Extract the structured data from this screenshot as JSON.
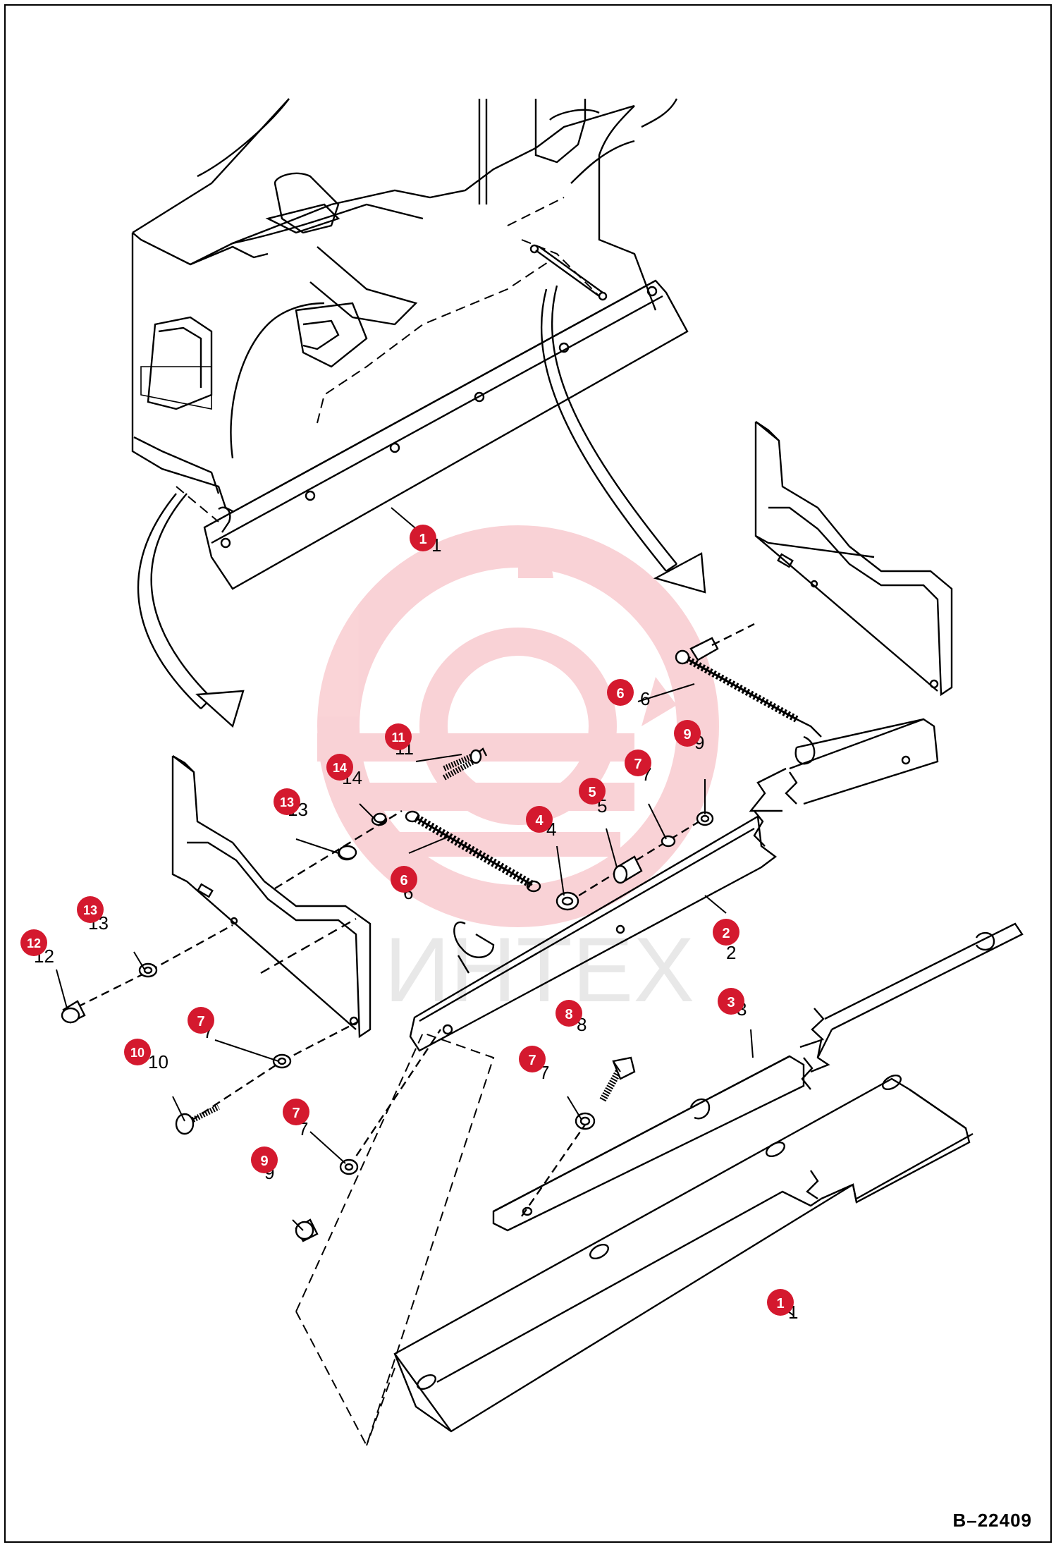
{
  "drawing_number": "B–22409",
  "watermark_text": "ИНТЕХ",
  "accent_color": "#d4192e",
  "callouts": [
    {
      "label": "1"
    },
    {
      "label": "2"
    },
    {
      "label": "3"
    },
    {
      "label": "4"
    },
    {
      "label": "5"
    },
    {
      "label": "6"
    },
    {
      "label": "6"
    },
    {
      "label": "7"
    },
    {
      "label": "7"
    },
    {
      "label": "7"
    },
    {
      "label": "7"
    },
    {
      "label": "8"
    },
    {
      "label": "9"
    },
    {
      "label": "9"
    },
    {
      "label": "10"
    },
    {
      "label": "11"
    },
    {
      "label": "12"
    },
    {
      "label": "13"
    },
    {
      "label": "13"
    },
    {
      "label": "14"
    },
    {
      "label": "1"
    }
  ]
}
